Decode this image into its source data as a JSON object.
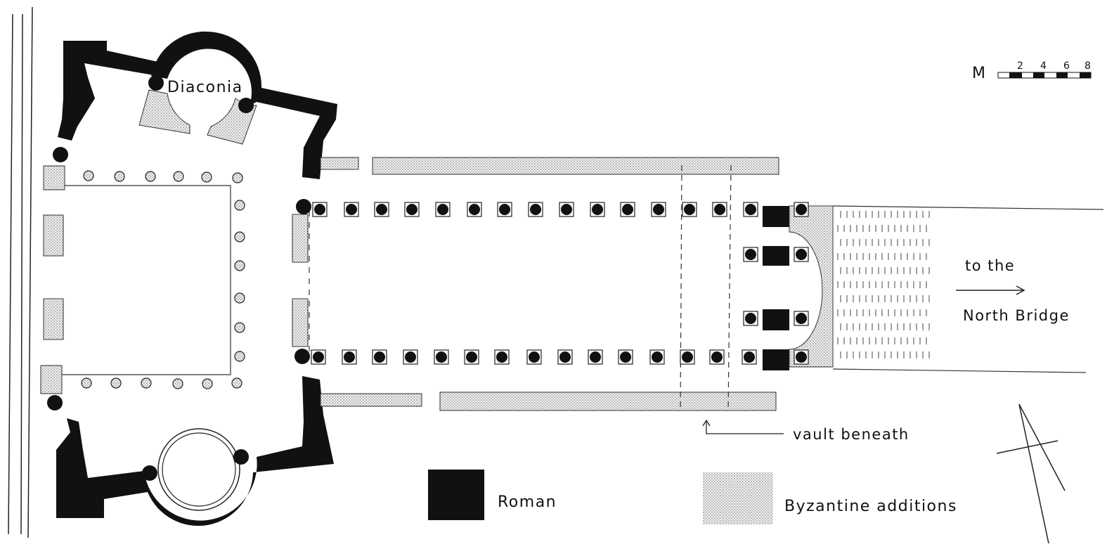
{
  "plan": {
    "room_label": "Diaconia",
    "scale": {
      "unit": "M",
      "ticks": [
        "2",
        "4",
        "6",
        "8"
      ]
    },
    "direction_line1": "to the",
    "direction_line2": "North Bridge",
    "vault_label": "vault beneath"
  },
  "legend": {
    "roman_label": "Roman",
    "byzantine_label": "Byzantine additions",
    "roman_color": "#111111",
    "byzantine_color": "#d8d8d8"
  }
}
